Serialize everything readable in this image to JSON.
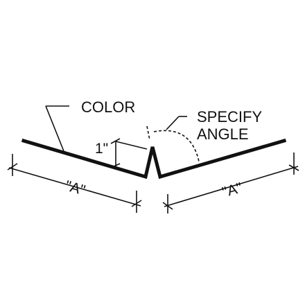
{
  "diagram": {
    "labels": {
      "color": "COLOR",
      "specify_line1": "SPECIFY",
      "specify_line2": "ANGLE",
      "dim_left": "\"A\"",
      "dim_right": "\"A\"",
      "dim_height": "1\""
    },
    "colors": {
      "ink": "#111111",
      "background": "#ffffff"
    }
  }
}
